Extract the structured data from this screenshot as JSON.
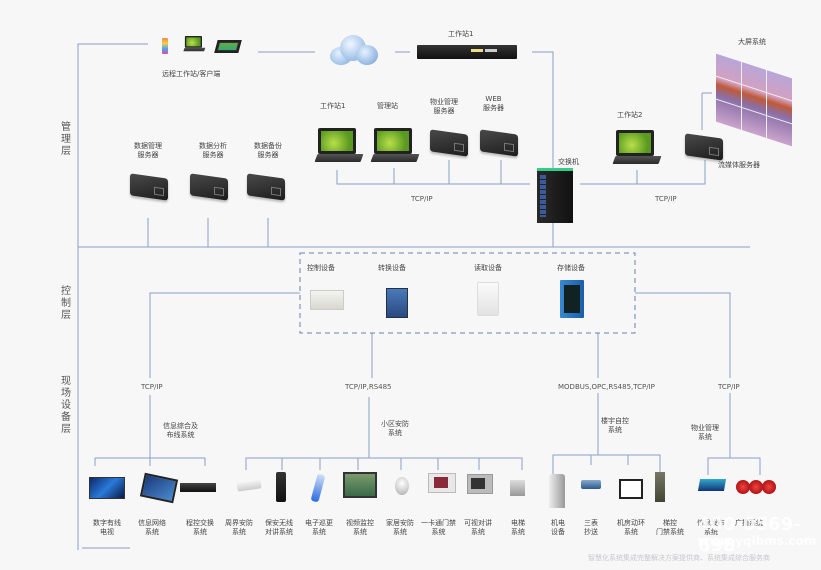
{
  "layers": {
    "management": "管理层",
    "control": "控制层",
    "field": "现场设备层"
  },
  "management": {
    "remote_clients": "远程工作站/客户端",
    "workstation_top": "工作站1",
    "big_screen": "大屏系统",
    "servers_left": [
      {
        "label": "数据管理\n服务器"
      },
      {
        "label": "数据分析\n服务器"
      },
      {
        "label": "数据备份\n服务器"
      }
    ],
    "hosts": [
      {
        "label": "工作站1",
        "kind": "laptop"
      },
      {
        "label": "管理站",
        "kind": "laptop"
      },
      {
        "label": "物业管理\n服务器",
        "kind": "server"
      },
      {
        "label": "WEB\n服务器",
        "kind": "server"
      }
    ],
    "switch": "交换机",
    "workstation2": "工作站2",
    "media_server": "流媒体服务器",
    "tcp_left": "TCP/IP",
    "tcp_right": "TCP/IP"
  },
  "control": {
    "devices": [
      {
        "label": "控制设备"
      },
      {
        "label": "转换设备"
      },
      {
        "label": "读取设备"
      },
      {
        "label": "存储设备"
      }
    ]
  },
  "field": {
    "protocols": [
      "TCP/IP",
      "TCP/IP,RS485",
      "MODBUS,OPC,RS485,TCP/IP",
      "TCP/IP"
    ],
    "groups": [
      "信息综合及\n布线系统",
      "小区安防\n系统",
      "楼宇自控\n系统",
      "物业管理\n系统"
    ],
    "devices": [
      {
        "label": "数字有线\n电视"
      },
      {
        "label": "信息网络\n系统"
      },
      {
        "label": "程控交换\n系统"
      },
      {
        "label": "周界安防\n系统"
      },
      {
        "label": "保安无线\n对讲系统"
      },
      {
        "label": "电子巡更\n系统"
      },
      {
        "label": "视频监控\n系统"
      },
      {
        "label": "家居安防\n系统"
      },
      {
        "label": "一卡通门禁\n系统"
      },
      {
        "label": "可视对讲\n系统"
      },
      {
        "label": "电梯\n系统"
      },
      {
        "label": "机电\n设备"
      },
      {
        "label": "三表\n抄送"
      },
      {
        "label": "机房动环\n系统"
      },
      {
        "label": "梯控\n门禁系统"
      },
      {
        "label": "信息发布\n系统"
      },
      {
        "label": "广播系统"
      }
    ]
  },
  "watermark": {
    "phone": "400-0569-698",
    "site": "www.yqibms.com",
    "slogan": "智慧化系统集成完整解决方案提供商、系统集成综合服务商"
  }
}
